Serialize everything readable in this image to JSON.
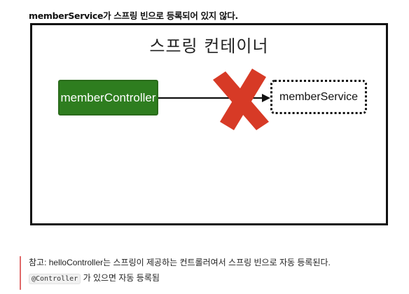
{
  "heading": "memberService가 스프링 빈으로 등록되어 있지 않다.",
  "diagram": {
    "container_title": "스프링 컨테이너",
    "controller_label": "memberController",
    "service_label": "memberService",
    "colors": {
      "controller_fill": "#2e7d1f",
      "cross": "#d73a26",
      "border": "#111111"
    },
    "icons": [
      "arrow-icon",
      "cross-icon"
    ]
  },
  "note": {
    "line1": "참고: helloController는 스프링이 제공하는 컨트롤러여서 스프링 빈으로 자동 등록된다.",
    "code": "@Controller",
    "line2_rest": " 가 있으면 자동 등록됨",
    "accent_color": "#e06a6a"
  }
}
